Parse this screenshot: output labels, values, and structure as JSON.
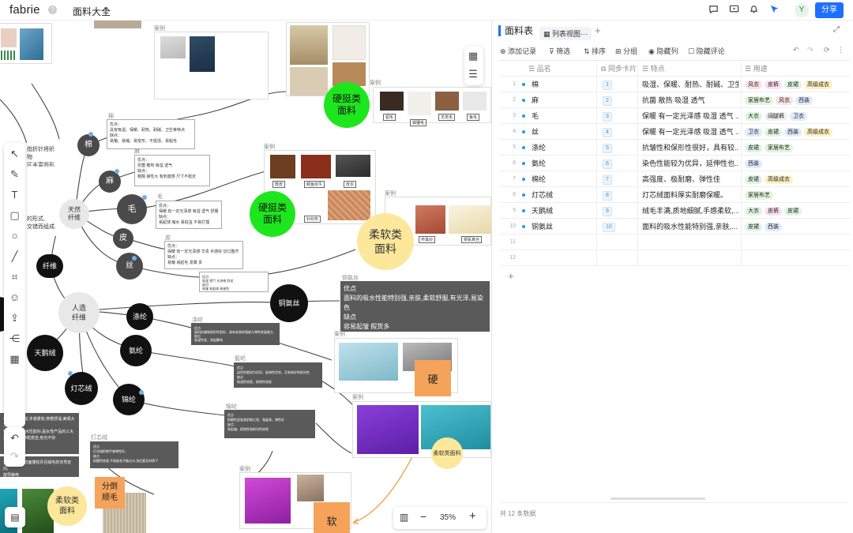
{
  "app": {
    "logo": "fabrie",
    "help": "?",
    "doc_title": "面料大全",
    "user_initial": "Y",
    "share_label": "分享"
  },
  "canvas": {
    "nodes": {
      "fiber": "纤维",
      "natural": "天然\n纤维",
      "artificial": "人造\n纤维",
      "cotton": "棉",
      "hemp": "麻",
      "wool": "毛",
      "leather": "皮",
      "silk": "丝",
      "polyester": "涤纶",
      "spandex": "氨纶",
      "nylon": "锦纶",
      "tencel": "天鹅绒",
      "corduroy": "灯芯绒",
      "chiffon_silk": "铜氨丝",
      "hard1": "硬挺类\n面料",
      "hard2": "硬挺类\n面料",
      "soft1": "柔软类\n面料",
      "soft2": "柔软类\n面料",
      "soft3": "柔软类面料",
      "hard_box": "硬",
      "soft_box": "软",
      "nap": "分倒\n顺毛"
    },
    "labels": {
      "case": "案例",
      "cotton_label": "棉",
      "hemp_label": "麻",
      "wool_label": "毛",
      "leather_label": "皮",
      "chiffon_label": "铜氨丝",
      "poly_label": "涤纶",
      "spandex_label": "氨纶",
      "nylon_label": "锦纶",
      "cord_label": "灯芯绒"
    },
    "swatch_captions": {
      "fur": "貂毛",
      "fox": "狐狸毛",
      "sheep": "羊羔毛",
      "rabbit": "兔毛",
      "suede": "麂皮",
      "crocodile": "鳄鱼纹牛",
      "leather_coat": "皮衣",
      "knit": "针织布",
      "silk1": "乔其纱",
      "silk2": "铜氨真丝"
    },
    "notes": {
      "cotton_note": "优点：\n具有吸湿、保暖、耐热、耐碱、卫生等特点\n缺点：\n易皱、易缩、易变形、不挺括、易粘毛",
      "hemp_note": "优点：\n抗菌 散热 吸湿 透气\n缺点：\n粗糙 弹性大 有刺激感 尺寸不稳定",
      "wool_note": "优点：\n保暖 有一定光泽感 吸湿 透气 舒服\n缺点：\n易起球 缩水 易蛀虫 不易打理",
      "leather_note": "优点：\n保暖 有一定光泽感 华贵 手感好 切口整齐\n缺点：\n易皱 易起毛 发霉 贵",
      "silk_note": "优点：\n吸湿 透气 光泽感 舒适\n缺点：\n易皱 易起球 易褪色",
      "chiffon_note": "优点\n面料的吸水性能特别强,亲肤,柔软舒服,有光泽,易染色\n缺点\n容易起皱 假货多",
      "poly_note": "优点\n面料抗皱和保形性很好，具有较高的强度与弹性恢复能力\n缺点\n吸湿性差，易起静电",
      "spandex_note": "优点\n染色性能较为优异，延伸性优良，且有较好的耐光性\n缺点\n吸湿性较差，耐热性较差",
      "nylon_note": "优点\n耐磨性居各类织物之首，强度高，弹性好\n缺点\n易起皱，耐热性和耐光性较差",
      "tencel_note": "丰满,质地细腻,手感柔软,穿着舒适,美观大方\n毛,不起球,吸水性能好,是女性产品的三大\n涤纶就被叫作蛇皮丝,色光不好\n力弹性好",
      "tencel_note2": "天鹅绒服装,切面蓬松并且绒毛的天然走向,\n能导静电",
      "cord_note": "优点\n灯芯绒织物手感弹性好，\n缺点\n耐磨性较差,不易起毛不能沾水,洗后要及时晾干",
      "left_note1": "指折针将织物\n区丰富而形成",
      "left_note2": "的形式,\n交错而组成."
    },
    "zoom": "35%"
  },
  "panel": {
    "title": "面料表",
    "tab": "列表视图",
    "tab_more": "···",
    "toolbar": [
      "添加记录",
      "筛选",
      "排序",
      "分组",
      "隐藏列",
      "隐藏评论"
    ],
    "columns": [
      "品名",
      "同步卡片",
      "特点",
      "用途"
    ],
    "rows": [
      {
        "n": "1",
        "name": "棉",
        "sync": "1",
        "feat": "吸湿、保暖、耐热、耐碱、卫生",
        "tags": [
          "风衣",
          "皮裤",
          "皮裙",
          "高级成衣"
        ]
      },
      {
        "n": "2",
        "name": "麻",
        "sync": "2",
        "feat": "抗菌 散热 吸湿 透气",
        "tags": [
          "家居布艺",
          "风衣",
          "西装"
        ]
      },
      {
        "n": "3",
        "name": "毛",
        "sync": "3",
        "feat": "保暖 有一定光泽感 吸湿 透气 ...",
        "tags": [
          "大衣",
          "阔腿裤",
          "卫衣"
        ]
      },
      {
        "n": "4",
        "name": "丝",
        "sync": "4",
        "feat": "保暖 有一定光泽感 吸湿 透气 ...",
        "tags": [
          "卫衣",
          "皮裙",
          "西装",
          "高级成衣"
        ]
      },
      {
        "n": "5",
        "name": "涤纶",
        "sync": "5",
        "feat": "抗皱性和保形性很好，具有较...",
        "tags": [
          "皮裙",
          "家居布艺"
        ]
      },
      {
        "n": "6",
        "name": "氨纶",
        "sync": "6",
        "feat": "染色性能较为优异，延伸性也...",
        "tags": [
          "西装"
        ]
      },
      {
        "n": "7",
        "name": "棉纶",
        "sync": "7",
        "feat": "高强度、极耐磨、弹性佳",
        "tags": [
          "皮裙",
          "高级成衣"
        ]
      },
      {
        "n": "8",
        "name": "灯芯绒",
        "sync": "8",
        "feat": "灯芯绒面料厚实耐磨保暖。",
        "tags": [
          "家居布艺"
        ]
      },
      {
        "n": "9",
        "name": "天鹅绒",
        "sync": "9",
        "feat": "绒毛丰满,质地细腻,手感柔软,...",
        "tags": [
          "大衣",
          "皮裤",
          "皮裙"
        ]
      },
      {
        "n": "10",
        "name": "铜氨丝",
        "sync": "10",
        "feat": "面料的吸水性能特别强,亲肤,...",
        "tags": [
          "皮裙",
          "西装"
        ]
      },
      {
        "n": "11",
        "name": "",
        "sync": "",
        "feat": "",
        "tags": []
      },
      {
        "n": "12",
        "name": "",
        "sync": "",
        "feat": "",
        "tags": []
      }
    ],
    "add_row": "+",
    "footer": "共 12 条数据"
  },
  "tag_colors": {
    "风衣": "#fde2e2",
    "皮裤": "#fbe0f1",
    "皮裙": "#dff5e1",
    "高级成衣": "#fff1c4",
    "家居布艺": "#e3f4dc",
    "西装": "#e0ebff",
    "大衣": "#dff5e1",
    "阔腿裤": "#f1f1f1",
    "卫衣": "#e0ebff"
  },
  "accent": "#1e6fff"
}
